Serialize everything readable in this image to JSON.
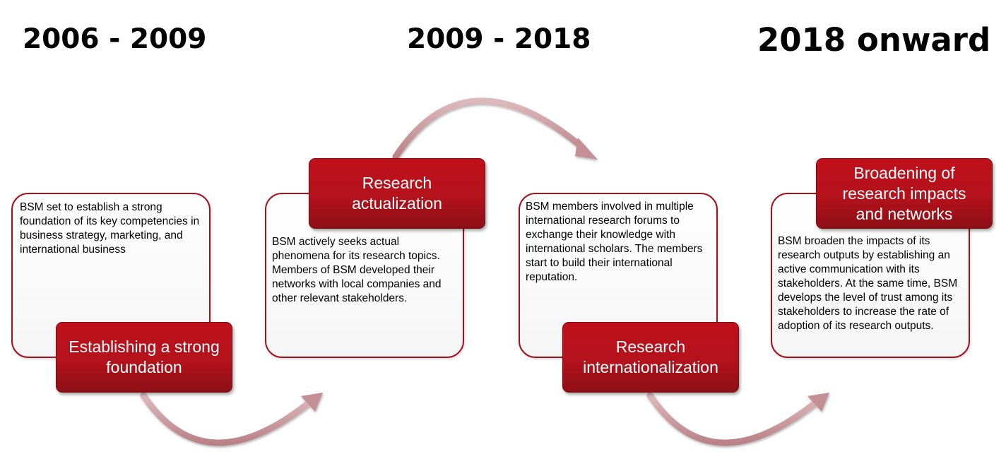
{
  "periods": [
    {
      "label": "2006 - 2009"
    },
    {
      "label": "2009 - 2018"
    },
    {
      "label": "2018 onward"
    }
  ],
  "stages": [
    {
      "title": "Establishing a strong foundation",
      "description": "BSM set to establish a strong foundation of its key competencies in business strategy, marketing, and international business"
    },
    {
      "title": "Research actualization",
      "description": "BSM actively seeks actual phenomena for its research topics. Members of BSM developed their networks with local companies and other relevant stakeholders."
    },
    {
      "title": "Research internationalization",
      "description": "BSM members involved in multiple international research forums to exchange their knowledge with international scholars. The members start to build their international reputation."
    },
    {
      "title": "Broadening of research impacts and networks",
      "description": "BSM broaden the impacts of its research outputs by establishing an active communication with its stakeholders. At the same time, BSM develops the level of trust among its stakeholders to increase the rate of adoption of its research outputs."
    }
  ],
  "colors": {
    "label_red": "#b4121c",
    "box_border": "#a3121c",
    "arrow": "#c9959a"
  }
}
